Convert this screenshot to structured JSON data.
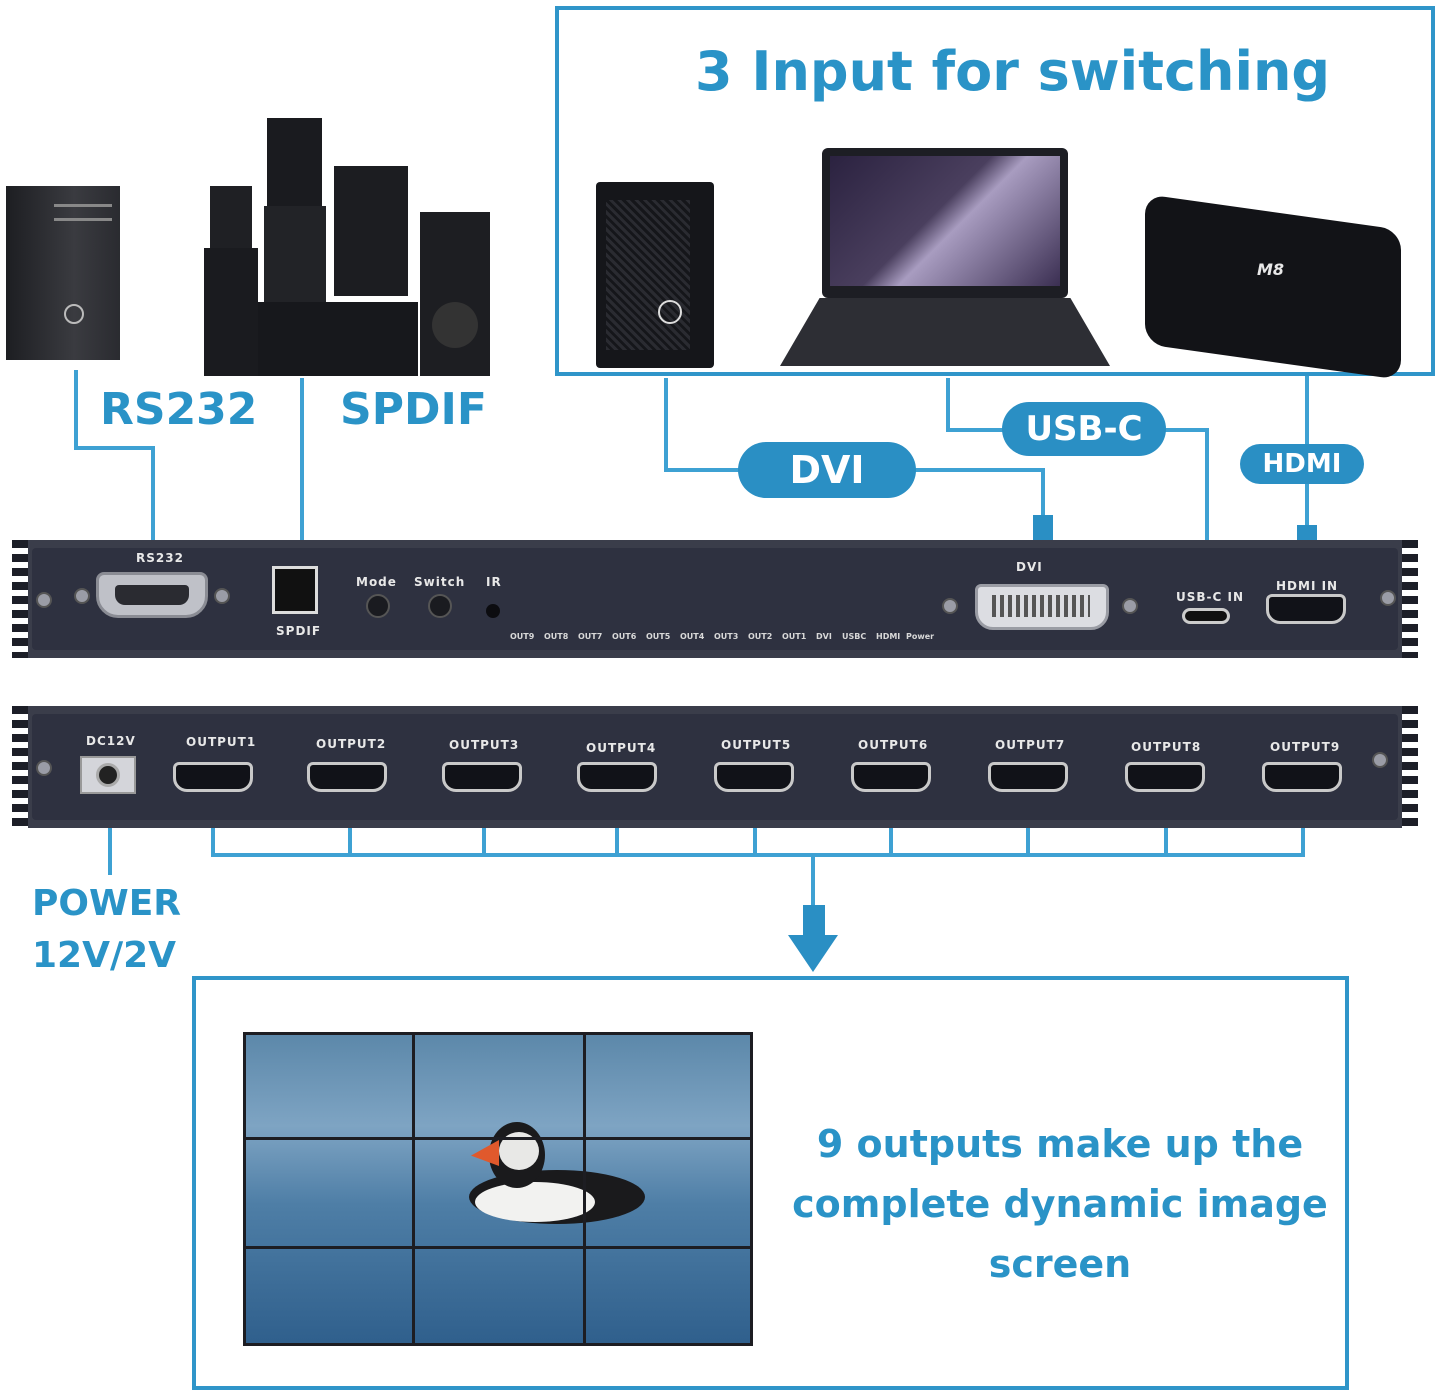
{
  "top_box": {
    "title": "3 Input for switching"
  },
  "labels": {
    "rs232": "RS232",
    "spdif": "SPDIF",
    "power": "POWER",
    "power_spec": "12V/2V"
  },
  "pills": {
    "dvi": "DVI",
    "usbc": "USB-C",
    "hdmi": "HDMI"
  },
  "front_panel": {
    "rs232": "RS232",
    "spdif": "SPDIF",
    "mode": "Mode",
    "switch": "Switch",
    "ir": "IR",
    "dvi": "DVI",
    "usbc_in": "USB-C IN",
    "hdmi_in": "HDMI IN",
    "leds": [
      "OUT9",
      "OUT8",
      "OUT7",
      "OUT6",
      "OUT5",
      "OUT4",
      "OUT3",
      "OUT2",
      "OUT1",
      "DVI",
      "USBC",
      "HDMI",
      "Power"
    ]
  },
  "rear_panel": {
    "dc": "DC12V",
    "outputs": [
      "OUTPUT1",
      "OUTPUT2",
      "OUTPUT3",
      "OUTPUT4",
      "OUTPUT5",
      "OUTPUT6",
      "OUTPUT7",
      "OUTPUT8",
      "OUTPUT9"
    ]
  },
  "devices": {
    "tv_box_brand": "M8"
  },
  "bottom_box": {
    "caption_lines": [
      "9 outputs make up the",
      "complete dynamic image",
      "screen"
    ]
  },
  "colors": {
    "accent": "#2a93c7",
    "line": "#3ea1d3",
    "panel": "#3a3d4a"
  }
}
